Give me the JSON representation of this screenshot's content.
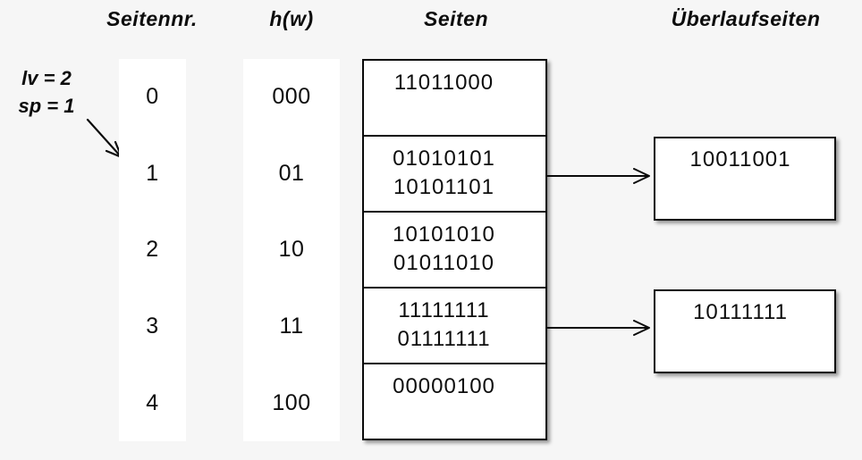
{
  "colors": {
    "background": "#f6f6f6",
    "box_fill": "#ffffff",
    "border": "#0a0a0a",
    "text": "#0d0d0d"
  },
  "headers": {
    "page_number": "Seitennr.",
    "hash_function": "h(w)",
    "pages": "Seiten",
    "overflow_pages": "Überlaufseiten"
  },
  "annotation": {
    "level": "lv = 2",
    "split_pointer": "sp = 1"
  },
  "table": {
    "rows": [
      {
        "nr": "0",
        "hw": "000",
        "values": [
          "11011000"
        ]
      },
      {
        "nr": "1",
        "hw": "01",
        "values": [
          "01010101",
          "10101101"
        ],
        "overflow": "10011001"
      },
      {
        "nr": "2",
        "hw": "10",
        "values": [
          "10101010",
          "01011010"
        ]
      },
      {
        "nr": "3",
        "hw": "11",
        "values": [
          "11111111",
          "01111111"
        ],
        "overflow": "10111111"
      },
      {
        "nr": "4",
        "hw": "100",
        "values": [
          "00000100"
        ]
      }
    ]
  }
}
